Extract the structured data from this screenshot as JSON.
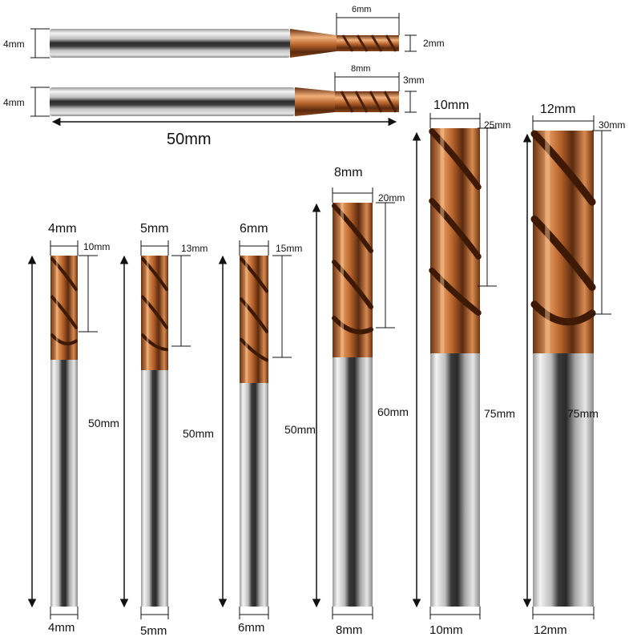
{
  "colors": {
    "shank_dark": "#2a2a2a",
    "shank_mid": "#8c8c8c",
    "shank_light": "#ececec",
    "coating_dark": "#5a2a0e",
    "coating_mid": "#b8642c",
    "coating_light": "#f0b07a",
    "dimension_line": "#111111"
  },
  "top_tools": [
    {
      "shank_diameter": "4mm",
      "flute_length": "6mm",
      "cutting_diameter": "2mm"
    },
    {
      "shank_diameter": "4mm",
      "flute_length": "8mm",
      "cutting_diameter": "3mm",
      "overall_length": "50mm"
    }
  ],
  "tools": [
    {
      "diameter": "4mm",
      "flute_length": "10mm",
      "overall_length": "50mm",
      "bottom_diameter": "4mm"
    },
    {
      "diameter": "5mm",
      "flute_length": "13mm",
      "overall_length": "50mm",
      "bottom_diameter": "5mm"
    },
    {
      "diameter": "6mm",
      "flute_length": "15mm",
      "overall_length": "50mm",
      "bottom_diameter": "6mm"
    },
    {
      "diameter": "8mm",
      "flute_length": "20mm",
      "overall_length": "60mm",
      "bottom_diameter": "8mm"
    },
    {
      "diameter": "10mm",
      "flute_length": "25mm",
      "overall_length": "75mm",
      "bottom_diameter": "10mm"
    },
    {
      "diameter": "12mm",
      "flute_length": "30mm",
      "overall_length": "75mm",
      "bottom_diameter": "12mm"
    }
  ]
}
